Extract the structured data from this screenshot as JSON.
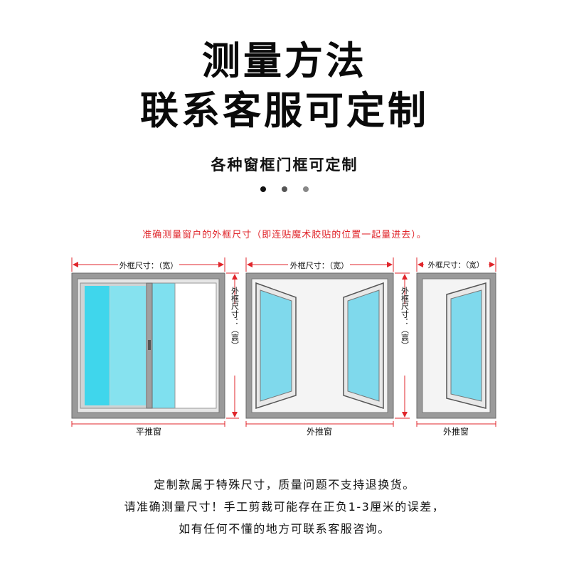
{
  "header": {
    "title_line1": "测量方法",
    "title_line2": "联系客服可定制",
    "subtitle": "各种窗框门框可定制"
  },
  "indicator": {
    "dots": [
      "#111111",
      "#555555",
      "#888888"
    ]
  },
  "note": "准确测量窗户的外框尺寸（即连贴魔术胶贴的位置一起量进去）。",
  "windows": [
    {
      "width_label": "外框尺寸：（宽）",
      "height_label": "外框尺寸：（高）",
      "caption": "平推窗"
    },
    {
      "width_label": "外框尺寸：（宽）",
      "height_label": "外框尺寸：（高）",
      "caption": "外推窗"
    },
    {
      "width_label": "外框尺寸：（宽）",
      "caption": "外推窗"
    }
  ],
  "footer": {
    "line1": "定制款属于特殊尺寸，质量问题不支持退换货。",
    "line2": "请准确测量尺寸！手工剪裁可能存在正负1-3厘米的误差，",
    "line3": "如有任何不懂的地方可联系客服咨询。"
  },
  "colors": {
    "accent_red": "#e0262b",
    "frame_gray": "#8a8a8a",
    "glass_cyan": "#5fdcf0",
    "glass_light": "#9fe6f2"
  }
}
